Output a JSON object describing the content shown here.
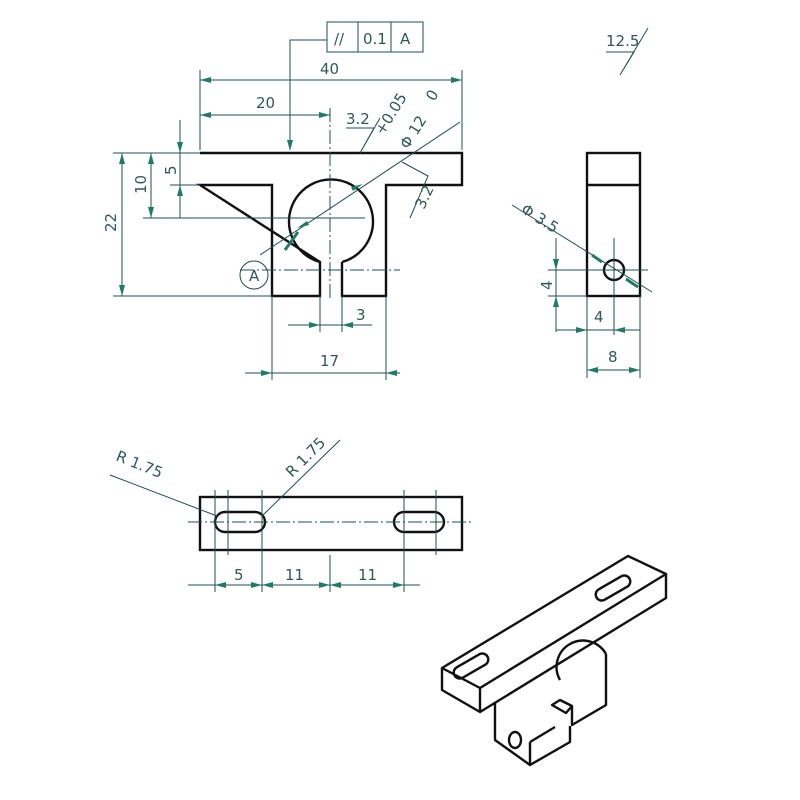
{
  "feature_control_frame": {
    "symbol": "//",
    "tolerance": "0.1",
    "datum": "A"
  },
  "general_surface_finish": "12.5",
  "front_view": {
    "dim_overall_width": "40",
    "dim_half_width": "20",
    "dim_height": "22",
    "dim_10": "10",
    "dim_5": "5",
    "dim_slot": "3",
    "dim_stem": "17",
    "bore_diameter": "Φ 12",
    "bore_tol_upper": "+0.05",
    "bore_tol_lower": "0",
    "surface_finish_1": "3.2",
    "surface_finish_2": "3.2",
    "datum_label": "A"
  },
  "side_view": {
    "hole_diameter": "Φ 3.5",
    "dim_vertical": "4",
    "dim_horizontal": "4",
    "dim_width": "8"
  },
  "top_view": {
    "radius_1": "R 1.75",
    "radius_2": "R 1.75",
    "dim_a": "5",
    "dim_b": "11",
    "dim_c": "11"
  },
  "colors": {
    "outline": "#111111",
    "dimension": "#1d4f4f",
    "arrow": "#1f7a68"
  }
}
